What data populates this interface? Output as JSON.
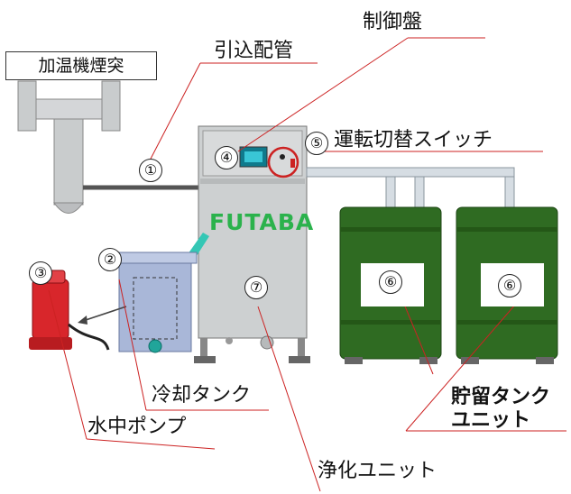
{
  "labels": {
    "chimney": "加温機煙突",
    "intake_pipe": "引込配管",
    "control_panel": "制御盤",
    "switch": "運転切替スイッチ",
    "cooling_tank": "冷却タンク",
    "pump": "水中ポンプ",
    "storage_tank_line1": "貯留タンク",
    "storage_tank_line2": "ユニット",
    "purification_unit": "浄化ユニット",
    "brand": "FUTABA"
  },
  "markers": {
    "m1": "①",
    "m2": "②",
    "m3": "③",
    "m4": "④",
    "m5": "⑤",
    "m6a": "⑥",
    "m6b": "⑥",
    "m7": "⑦"
  },
  "colors": {
    "drum_green": "#2f6b22",
    "unit_gray": "#c9cccd",
    "tank_blue": "#a9b7d8",
    "pump_red": "#d8262b",
    "callout_red": "#cc2222",
    "pipe_gray": "#bfc6cc"
  }
}
